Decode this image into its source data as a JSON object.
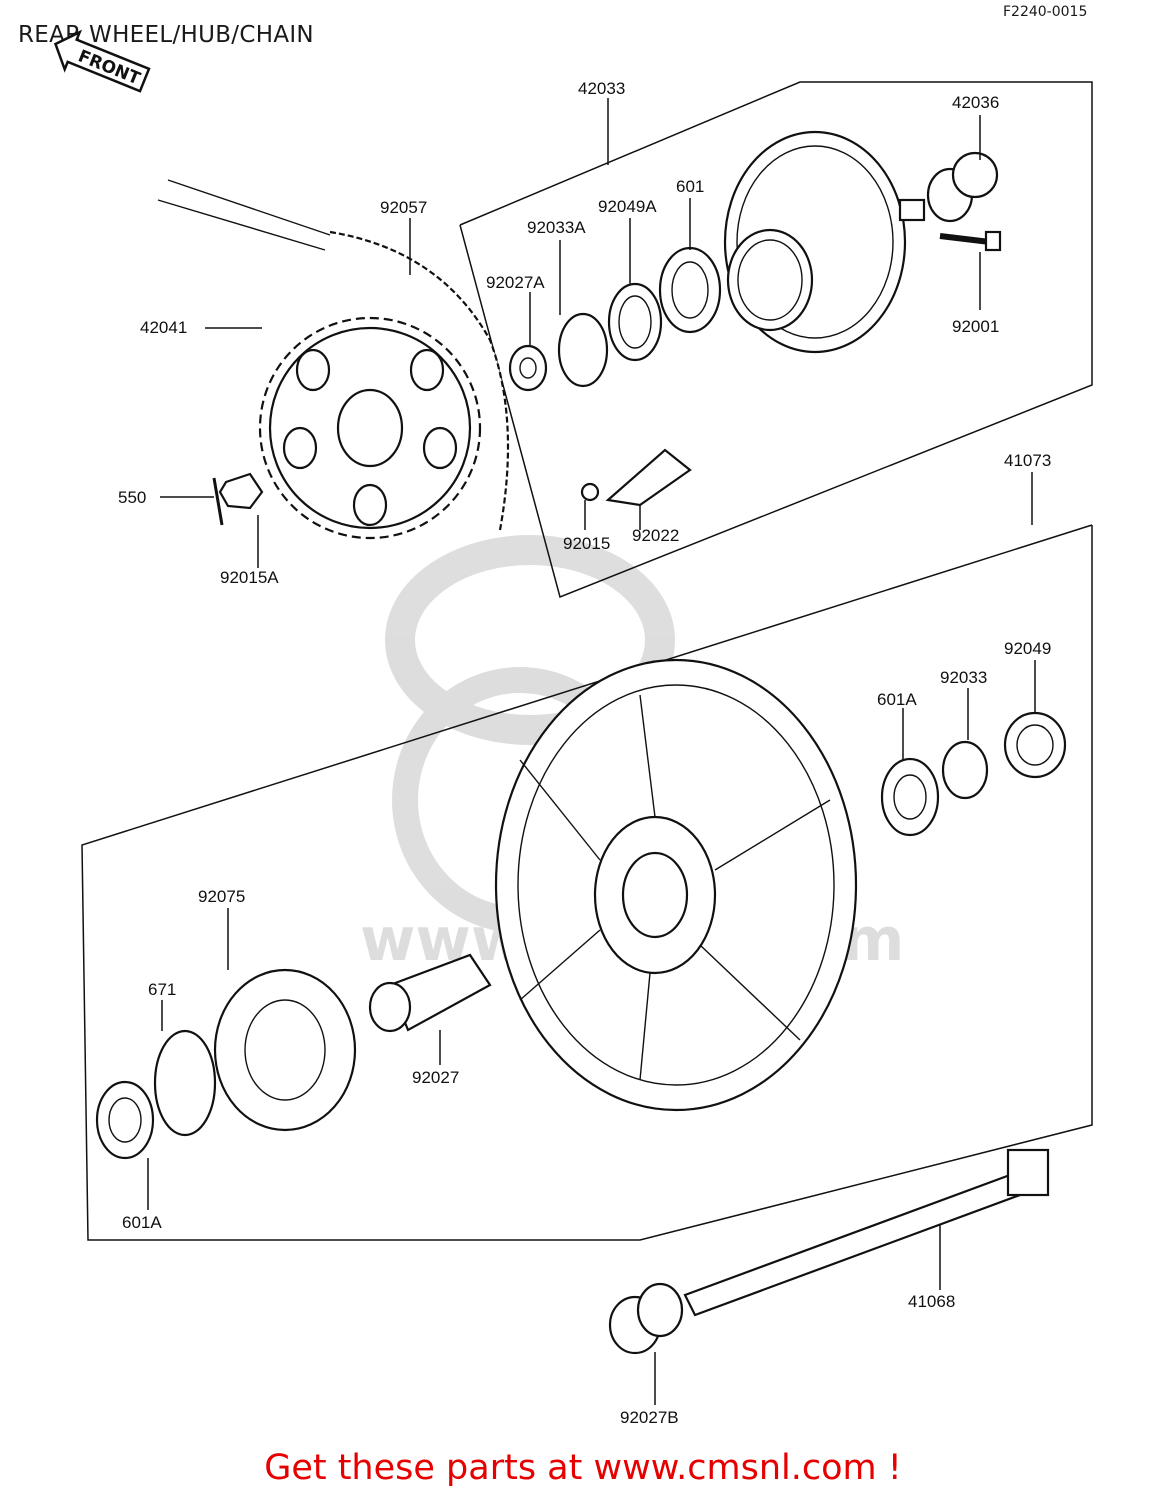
{
  "title": "REAR WHEEL/HUB/CHAIN",
  "figure_code": "F2240-0015",
  "front_arrow": "FRONT",
  "watermark": "www.cmsnl.com",
  "footer": "Get these parts at www.cmsnl.com !",
  "parts": {
    "p42033": "42033",
    "p42036": "42036",
    "p92057": "92057",
    "p601": "601",
    "p92049A": "92049A",
    "p92033A": "92033A",
    "p92027A": "92027A",
    "p42041": "42041",
    "p92001": "92001",
    "p550": "550",
    "p92015A": "92015A",
    "p92015": "92015",
    "p92022": "92022",
    "p41073": "41073",
    "p92049": "92049",
    "p92033": "92033",
    "p601A_r": "601A",
    "p92075": "92075",
    "p671": "671",
    "p92027": "92027",
    "p601A_l": "601A",
    "p41068": "41068",
    "p92027B": "92027B"
  }
}
